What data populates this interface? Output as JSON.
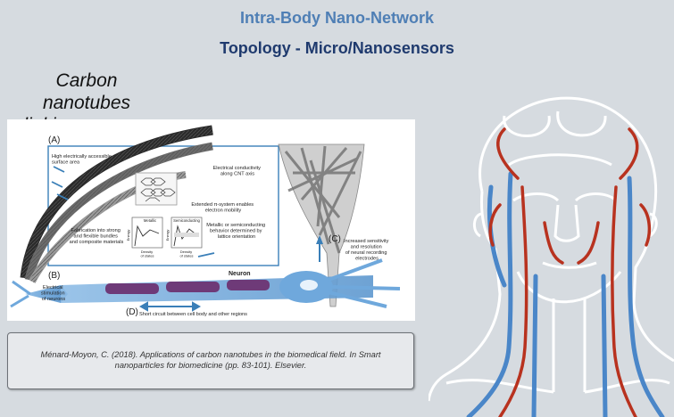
{
  "title": "Intra-Body Nano-Network",
  "subtitle": "Topology - Micro/Nanosensors",
  "heading": {
    "line1": "Carbon nanotubes",
    "line2": "linking neurons"
  },
  "figure": {
    "panel_a": "(A)",
    "panel_b": "(B)",
    "panel_c": "(C)",
    "panel_d": "(D)",
    "surface_area": [
      "High electrically accessible",
      "surface area"
    ],
    "conductivity": [
      "Electrical conductivity",
      "along CNT axis"
    ],
    "pi_system": [
      "Extended π-system enables",
      "electron mobility"
    ],
    "fabrication": [
      "Fabrication into strong",
      "and flexible bundles",
      "and composite materials"
    ],
    "metallic_behavior": [
      "Metallic or semiconducting",
      "behavior determined by",
      "lattice orientation"
    ],
    "chart_metallic": "Metallic",
    "chart_semiconducting": "Semiconducting",
    "chart_x_label": [
      "Density",
      "of states"
    ],
    "chart_y_label": "Energy",
    "sensitivity": [
      "Increased sensitivity",
      "and resolution",
      "of neural recording",
      "electrodes"
    ],
    "neuron": "Neuron",
    "stimulation": [
      "Electrical",
      "stimulation",
      "of neurons"
    ],
    "short_circuit": "Short circuit between cell body and other regions"
  },
  "citation": "Ménard-Moyon, C. (2018). Applications of carbon nanotubes in the biomedical field. In Smart nanoparticles for biomedicine (pp. 83-101). Elsevier.",
  "colors": {
    "title_light": "#4f7fb5",
    "title_dark": "#1f3a6e",
    "background": "#d6dbe0",
    "artery": "#b8321f",
    "vein": "#4a86c8",
    "neuron_purple": "#6e3a78",
    "neuron_blue": "#7fb1dd",
    "frame_blue": "#3a7fb8"
  }
}
